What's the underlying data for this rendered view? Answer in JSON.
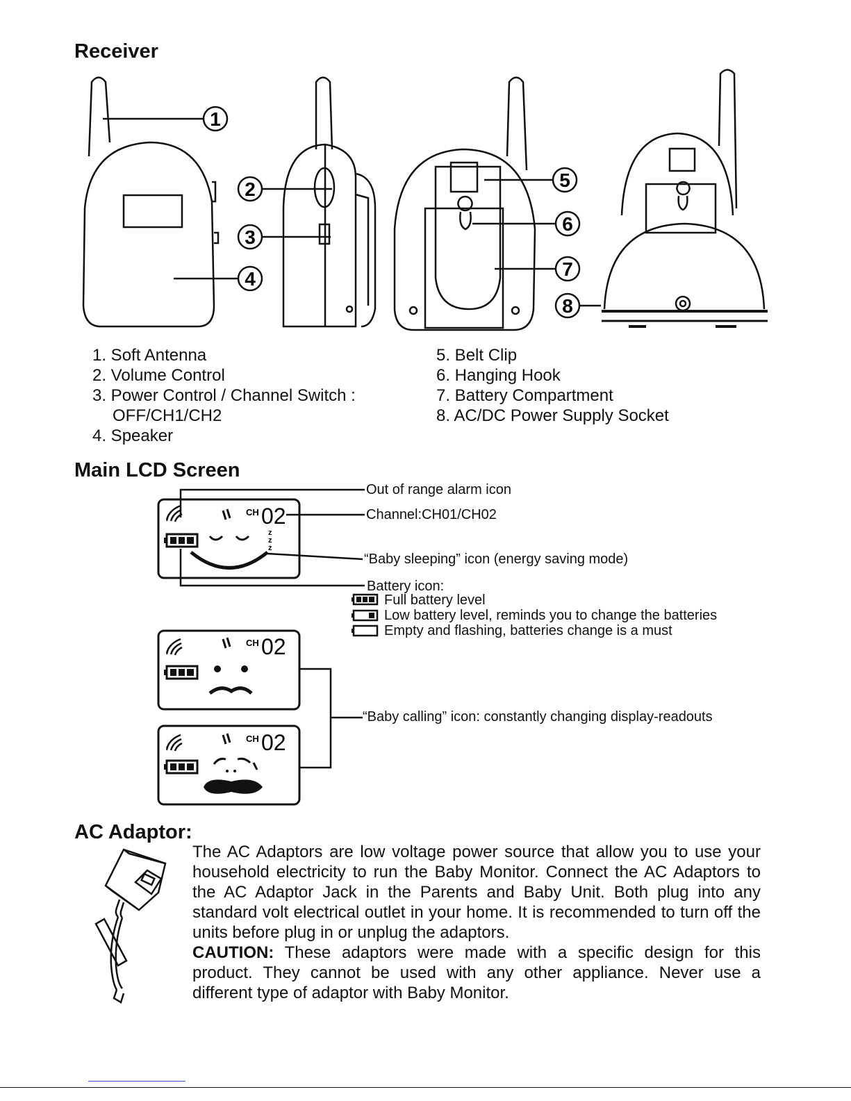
{
  "receiver": {
    "heading": "Receiver",
    "callouts": [
      "1",
      "2",
      "3",
      "4",
      "5",
      "6",
      "7",
      "8"
    ],
    "parts_left": [
      "1. Soft Antenna",
      "2. Volume Control",
      "3. Power Control / Channel Switch :",
      "OFF/CH1/CH2",
      "4. Speaker"
    ],
    "parts_right": [
      "5. Belt Clip",
      "6. Hanging Hook",
      "7. Battery Compartment",
      "8. AC/DC Power Supply Socket"
    ]
  },
  "lcd": {
    "heading": "Main LCD Screen",
    "ch_label": "CH",
    "ch_digits": "02",
    "zzz": "z z z",
    "labels": {
      "out_of_range": "Out of range alarm icon",
      "channel": "Channel:CH01/CH02",
      "sleeping": "“Baby sleeping” icon (energy saving mode)",
      "battery_title": "Battery icon:",
      "calling": "“Baby calling” icon: constantly changing display-readouts"
    },
    "battery_levels": [
      {
        "icon": "battery-full-icon",
        "text": "Full battery level"
      },
      {
        "icon": "battery-low-icon",
        "text": "Low battery level, reminds you to change the batteries"
      },
      {
        "icon": "battery-empty-icon",
        "text": "Empty and flashing, batteries change is a must"
      }
    ]
  },
  "adaptor": {
    "heading": "AC Adaptor:",
    "paragraph": "The AC Adaptors are low voltage power source that allow you to use your household electricity to run the Baby Monitor.  Connect  the  AC Adaptors to the AC Adaptor Jack in the Parents and  Baby Unit. Both plug  into  any   standard  volt  electrical  outlet  in  your  home.  It  is recommended  to  turn  off  the  units  before  plug  in  or  unplug  the adaptors.",
    "caution_label": "CAUTION:",
    "caution_text": " These adaptors were made with a specific design for this product. They cannot be used with any other appliance. Never use a different type of adaptor with Baby Monitor."
  }
}
